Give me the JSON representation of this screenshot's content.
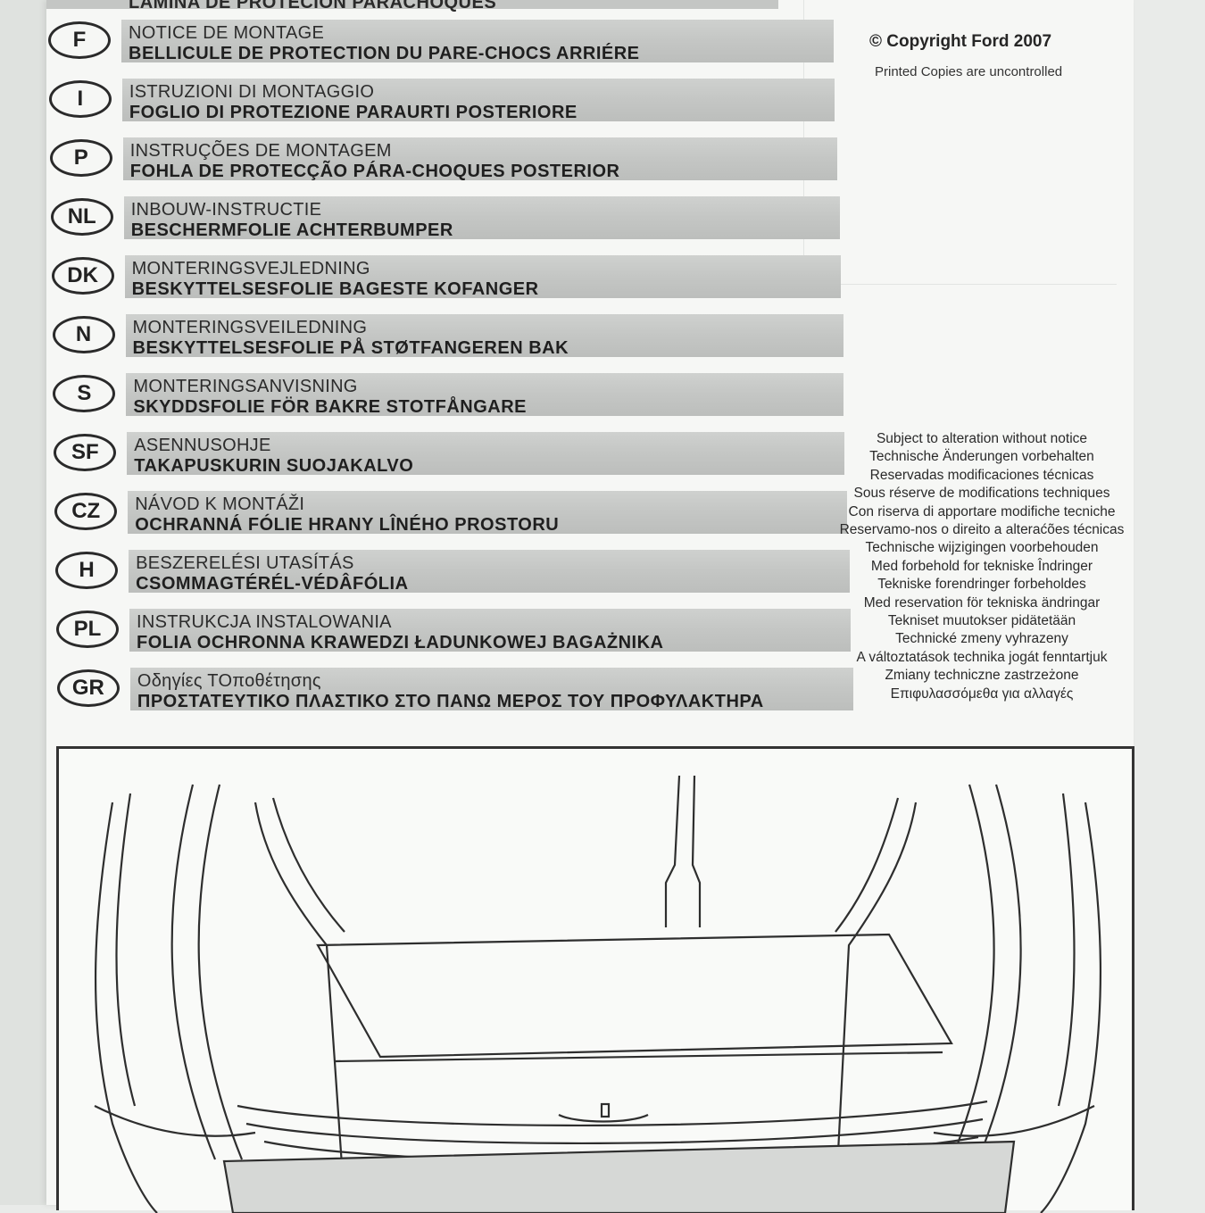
{
  "header_partial": "LÁMINA DE PROTECIÓN PARACHOQUES",
  "languages": [
    {
      "code": "F",
      "title": "NOTICE DE MONTAGE",
      "subtitle": "BELLICULE DE PROTECTION DU PARE-CHOCS ARRIÉRE"
    },
    {
      "code": "I",
      "title": "ISTRUZIONI DI MONTAGGIO",
      "subtitle": "FOGLIO DI PROTEZIONE PARAURTI POSTERIORE"
    },
    {
      "code": "P",
      "title": "INSTRUÇÕES DE MONTAGEM",
      "subtitle": "FOHLA DE PROTECÇÃO PÁRA-CHOQUES POSTERIOR"
    },
    {
      "code": "NL",
      "title": "INBOUW-INSTRUCTIE",
      "subtitle": "BESCHERMFOLIE ACHTERBUMPER"
    },
    {
      "code": "DK",
      "title": "MONTERINGSVEJLEDNING",
      "subtitle": "BESKYTTELSESFOLIE BAGESTE KOFANGER"
    },
    {
      "code": "N",
      "title": "MONTERINGSVEILEDNING",
      "subtitle": "BESKYTTELSESFOLIE PÅ STØTFANGEREN BAK"
    },
    {
      "code": "S",
      "title": "MONTERINGSANVISNING",
      "subtitle": "SKYDDSFOLIE FÖR BAKRE STOTFÅNGARE"
    },
    {
      "code": "SF",
      "title": "ASENNUSOHJE",
      "subtitle": "TAKAPUSKURIN SUOJAKALVO"
    },
    {
      "code": "CZ",
      "title": "NÁVOD K MONTÁŽI",
      "subtitle": "OCHRANNÁ FÓLIE HRANY LÎNÉHO PROSTORU"
    },
    {
      "code": "H",
      "title": "BESZERELÉSI UTASÍTÁS",
      "subtitle": "CSOMMAGTÉRÉL-VÉDÂFÓLIA"
    },
    {
      "code": "PL",
      "title": "INSTRUKCJA INSTALOWANIA",
      "subtitle": "FOLIA OCHRONNA KRAWEDZI ŁADUNKOWEJ BAGAŻNIKA"
    },
    {
      "code": "GR",
      "title": "Οδηγίες ΤΟποθέτησης",
      "subtitle": "ΠΡΟΣΤΑΤΕΥΤΙΚΟ ΠΛΑΣΤΙΚΟ ΣΤΟ ΠΑΝΩ ΜΕΡΟΣ ΤΟΥ ΠΡΟΦΥΛΑΚΤΗΡΑ"
    }
  ],
  "copyright": "© Copyright Ford 2007",
  "printed_note": "Printed Copies are uncontrolled",
  "notices": [
    "Subject to alteration without notice",
    "Technische Änderungen vorbehalten",
    "Reservadas modificaciones técnicas",
    "Sous réserve de modifications techniques",
    "Con riserva di apportare modifiche tecniche",
    "Reservamo-nos o direito a alteraćões técnicas",
    "Technische wijzigingen voorbehouden",
    "Med forbehold for tekniske Îndringer",
    "Tekniske forendringer forbeholdes",
    "Med reservation för tekniska ändringar",
    "Tekniset muutokser pidätetään",
    "Technické zmeny vyhrazeny",
    "A változtatások technika jogát fenntartjuk",
    "Zmiany techniczne zastrzeżone",
    "Επιφυλασσόμεθα για αλλαγές"
  ]
}
